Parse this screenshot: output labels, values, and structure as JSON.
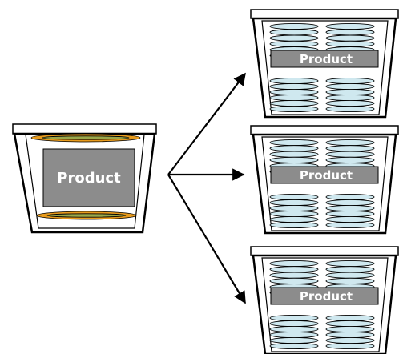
{
  "source": {
    "label": "Product",
    "colors": {
      "cooler_fill": "#ffffff",
      "outline": "#000000",
      "product_fill": "#8c8c8c",
      "ice_outer": "#e89b1c",
      "ice_inner": "#9aa84a"
    },
    "icon": "packed-cooler-with-orange-ice-packs"
  },
  "targets": [
    {
      "label": "Product",
      "icon": "packed-cooler-with-blue-ice-plates"
    },
    {
      "label": "Product",
      "icon": "packed-cooler-with-blue-ice-plates"
    },
    {
      "label": "Product",
      "icon": "packed-cooler-with-blue-ice-plates"
    }
  ],
  "target_colors": {
    "plate_fill": "#cfe8ef",
    "plate_stroke": "#000000",
    "product_fill": "#8c8c8c"
  },
  "arrows": {
    "count": 3,
    "color": "#000000",
    "direction": "source-to-targets"
  }
}
